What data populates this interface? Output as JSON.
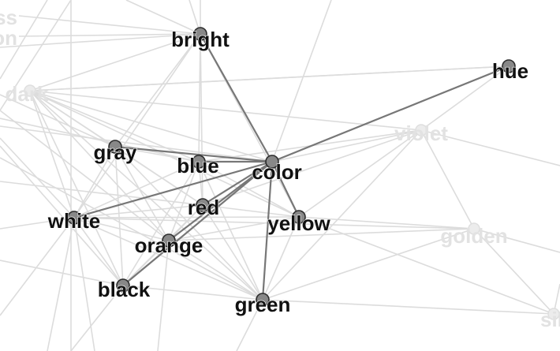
{
  "colors": {
    "active_label": "#111111",
    "faded_label": "#e2e2e2",
    "active_edge": "#777777",
    "faded_edge": "#dcdcdc",
    "active_node_fill": "#888888",
    "active_node_stroke": "#2c2c2c"
  },
  "graph": {
    "center": "color",
    "nodes": [
      {
        "id": "color",
        "label": "color",
        "faded": false
      },
      {
        "id": "bright",
        "label": "bright",
        "faded": false
      },
      {
        "id": "hue",
        "label": "hue",
        "faded": false
      },
      {
        "id": "gray",
        "label": "gray",
        "faded": false
      },
      {
        "id": "blue",
        "label": "blue",
        "faded": false
      },
      {
        "id": "red",
        "label": "red",
        "faded": false
      },
      {
        "id": "white",
        "label": "white",
        "faded": false
      },
      {
        "id": "yellow",
        "label": "yellow",
        "faded": false
      },
      {
        "id": "orange",
        "label": "orange",
        "faded": false
      },
      {
        "id": "black",
        "label": "black",
        "faded": false
      },
      {
        "id": "green",
        "label": "green",
        "faded": false
      },
      {
        "id": "dark",
        "label": "dark",
        "faded": true
      },
      {
        "id": "violet",
        "label": "violet",
        "faded": true
      },
      {
        "id": "golden",
        "label": "golden",
        "faded": true
      },
      {
        "id": "silver",
        "label": "silv",
        "faded": true
      },
      {
        "id": "colorless",
        "label": "ess",
        "faded": true
      },
      {
        "id": "colorless2",
        "label": "lon",
        "faded": true
      }
    ],
    "highlighted_edges": [
      [
        "color",
        "bright"
      ],
      [
        "color",
        "hue"
      ],
      [
        "color",
        "gray"
      ],
      [
        "color",
        "blue"
      ],
      [
        "color",
        "red"
      ],
      [
        "color",
        "white"
      ],
      [
        "color",
        "yellow"
      ],
      [
        "color",
        "orange"
      ],
      [
        "color",
        "black"
      ],
      [
        "color",
        "green"
      ]
    ],
    "background_edges": [
      [
        "dark",
        "gray"
      ],
      [
        "dark",
        "white"
      ],
      [
        "dark",
        "black"
      ],
      [
        "dark",
        "blue"
      ],
      [
        "dark",
        "orange"
      ],
      [
        "dark",
        "bright"
      ],
      [
        "dark",
        "red"
      ],
      [
        "dark",
        "green"
      ],
      [
        "dark",
        "hue"
      ],
      [
        "dark",
        "yellow"
      ],
      [
        "dark",
        "color"
      ],
      [
        "dark",
        "violet"
      ],
      [
        "colorless",
        "bright"
      ],
      [
        "colorless2",
        "bright"
      ],
      [
        "bright",
        "gray"
      ],
      [
        "bright",
        "blue"
      ],
      [
        "bright",
        "red"
      ],
      [
        "bright",
        "white"
      ],
      [
        "bright",
        "yellow"
      ],
      [
        "gray",
        "blue"
      ],
      [
        "gray",
        "white"
      ],
      [
        "gray",
        "black"
      ],
      [
        "gray",
        "red"
      ],
      [
        "gray",
        "orange"
      ],
      [
        "gray",
        "green"
      ],
      [
        "blue",
        "red"
      ],
      [
        "blue",
        "white"
      ],
      [
        "blue",
        "yellow"
      ],
      [
        "blue",
        "orange"
      ],
      [
        "blue",
        "black"
      ],
      [
        "blue",
        "green"
      ],
      [
        "red",
        "white"
      ],
      [
        "red",
        "orange"
      ],
      [
        "red",
        "black"
      ],
      [
        "red",
        "green"
      ],
      [
        "red",
        "yellow"
      ],
      [
        "white",
        "orange"
      ],
      [
        "white",
        "black"
      ],
      [
        "white",
        "green"
      ],
      [
        "white",
        "yellow"
      ],
      [
        "orange",
        "black"
      ],
      [
        "orange",
        "green"
      ],
      [
        "orange",
        "yellow"
      ],
      [
        "black",
        "green"
      ],
      [
        "green",
        "yellow"
      ],
      [
        "violet",
        "color"
      ],
      [
        "violet",
        "yellow"
      ],
      [
        "violet",
        "blue"
      ],
      [
        "violet",
        "red"
      ],
      [
        "violet",
        "green"
      ],
      [
        "violet",
        "golden"
      ],
      [
        "golden",
        "yellow"
      ],
      [
        "golden",
        "orange"
      ],
      [
        "golden",
        "silver"
      ],
      [
        "golden",
        "green"
      ],
      [
        "golden",
        "white"
      ],
      [
        "silver",
        "yellow"
      ],
      [
        "silver",
        "green"
      ],
      [
        "hue",
        "violet"
      ],
      [
        "hue",
        "dark"
      ]
    ]
  }
}
